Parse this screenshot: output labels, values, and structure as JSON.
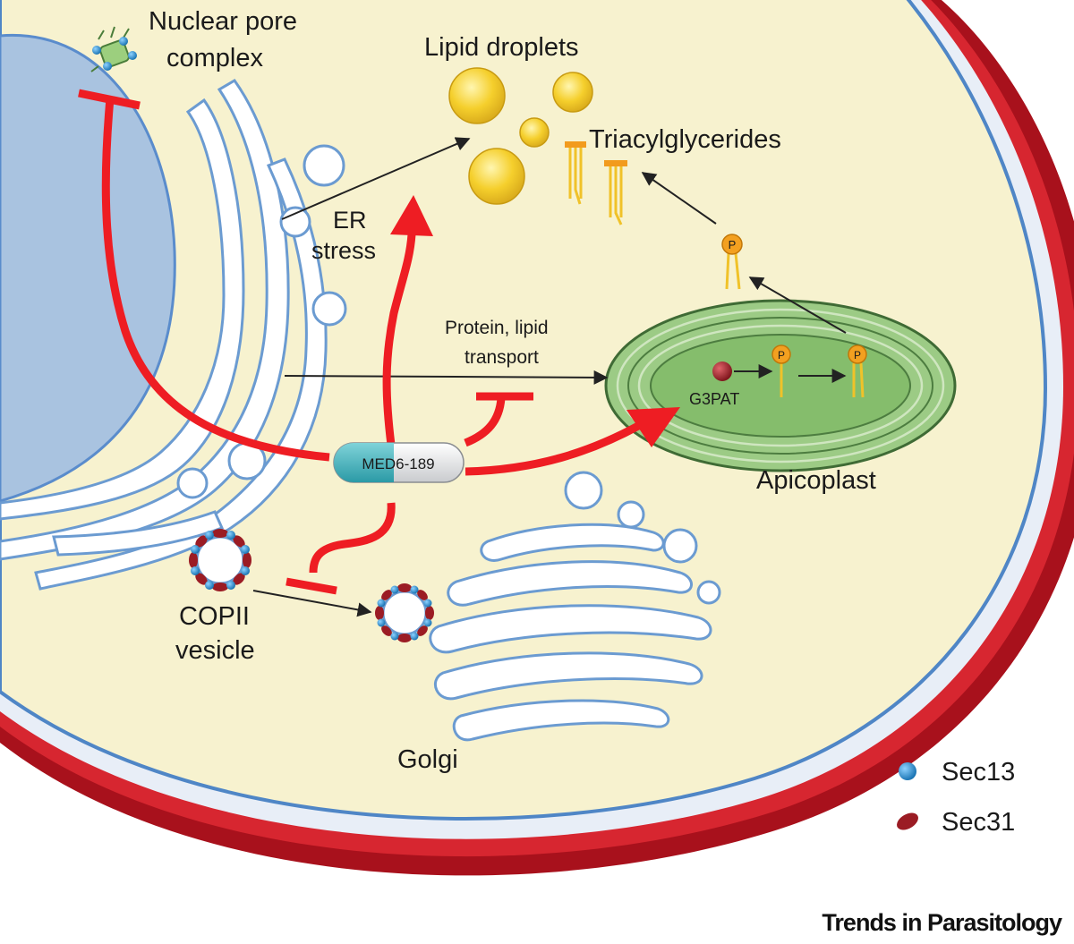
{
  "labels": {
    "nuclear_pore": [
      "Nuclear pore",
      "complex"
    ],
    "lipid_droplets": "Lipid droplets",
    "triacylglycerides": "Triacylglycerides",
    "er_stress": [
      "ER",
      "stress"
    ],
    "transport": [
      "Protein, lipid",
      "transport"
    ],
    "g3pat": "G3PAT",
    "phosphate": "P",
    "drug": "MED6-189",
    "apicoplast": "Apicoplast",
    "copii": [
      "COPII",
      "vesicle"
    ],
    "golgi": "Golgi"
  },
  "legend": [
    {
      "label": "Sec13",
      "color": "#1e8fd6",
      "icon": "sec13-dot-icon"
    },
    {
      "label": "Sec31",
      "color": "#9b1c24",
      "icon": "sec31-ellipse-icon"
    }
  ],
  "journal": "Trends in Parasitology",
  "colors": {
    "cytoplasm": "#f7f2cf",
    "membrane_red": "#c8202c",
    "membrane_blue": "#4f86c6",
    "nucleus": "#a9c3e0",
    "inhibition_red": "#ee1d23",
    "apicoplast": "#8fc27a",
    "lipid": "#f3cb2a"
  }
}
